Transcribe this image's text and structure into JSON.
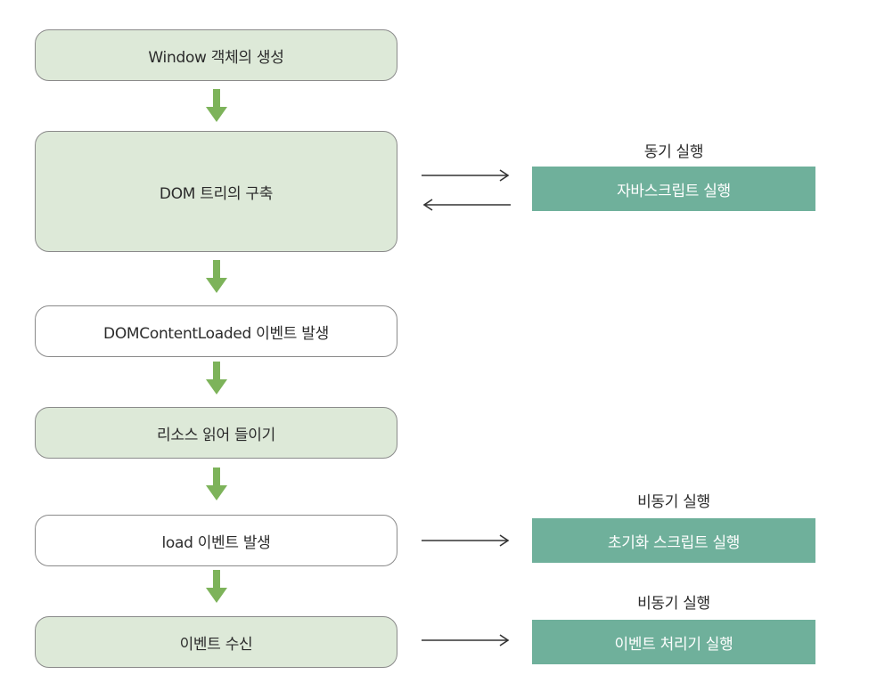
{
  "steps": [
    {
      "label": "Window 객체의 생성",
      "style": "filled"
    },
    {
      "label": "DOM 트리의 구축",
      "style": "filled"
    },
    {
      "label": "DOMContentLoaded 이벤트 발생",
      "style": "plain"
    },
    {
      "label": "리소스 읽어 들이기",
      "style": "filled"
    },
    {
      "label": "load 이벤트 발생",
      "style": "plain"
    },
    {
      "label": "이벤트 수신",
      "style": "filled"
    }
  ],
  "side_panels": [
    {
      "caption": "동기 실행",
      "box_label": "자바스크립트 실행",
      "connects_to": "DOM 트리의 구축",
      "direction": "bidirectional"
    },
    {
      "caption": "비동기 실행",
      "box_label": "초기화 스크립트 실행",
      "connects_to": "load 이벤트 발생",
      "direction": "right"
    },
    {
      "caption": "비동기 실행",
      "box_label": "이벤트 처리기 실행",
      "connects_to": "이벤트 수신",
      "direction": "right"
    }
  ],
  "colors": {
    "step_fill": "#dde9d8",
    "step_border": "#8a8a8a",
    "flow_arrow": "#7db35a",
    "side_box": "#6fb09b",
    "side_box_text": "#ffffff",
    "connector": "#333333"
  }
}
